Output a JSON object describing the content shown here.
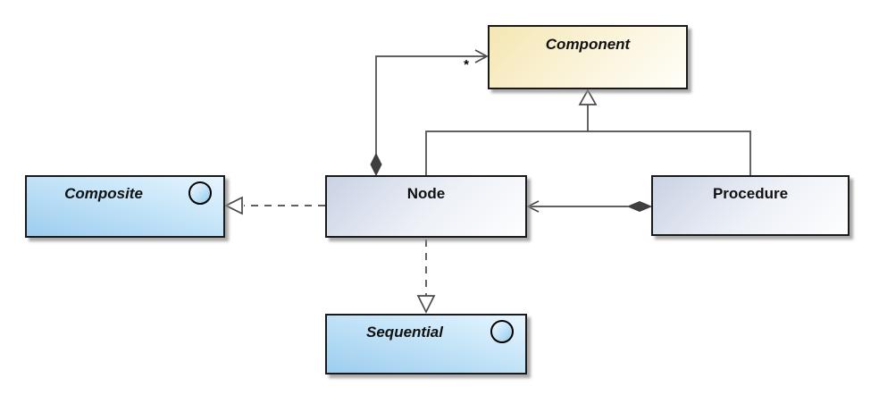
{
  "diagram": {
    "type": "uml-class-diagram",
    "classes": [
      {
        "id": "component",
        "name": "Component",
        "abstract": true,
        "fill": "yellow",
        "icon": null
      },
      {
        "id": "composite",
        "name": "Composite",
        "abstract": true,
        "fill": "blue",
        "icon": "interface-ball"
      },
      {
        "id": "node",
        "name": "Node",
        "abstract": false,
        "fill": "gray",
        "icon": null
      },
      {
        "id": "procedure",
        "name": "Procedure",
        "abstract": false,
        "fill": "gray",
        "icon": null
      },
      {
        "id": "sequential",
        "name": "Sequential",
        "abstract": true,
        "fill": "blue",
        "icon": "interface-ball"
      }
    ],
    "relationships": [
      {
        "from": "Node",
        "to": "Component",
        "type": "directed-composition",
        "line": "solid",
        "source_end": "filled-diamond",
        "target_end": "open-arrow",
        "target_multiplicity": "*"
      },
      {
        "from": "Node",
        "to": "Component",
        "type": "generalization",
        "line": "solid",
        "source_end": "none",
        "target_end": "hollow-triangle"
      },
      {
        "from": "Procedure",
        "to": "Component",
        "type": "generalization",
        "line": "solid",
        "source_end": "none",
        "target_end": "hollow-triangle"
      },
      {
        "from": "Procedure",
        "to": "Node",
        "type": "directed-composition",
        "line": "solid",
        "source_end": "filled-diamond",
        "target_end": "open-arrow"
      },
      {
        "from": "Node",
        "to": "Composite",
        "type": "realization",
        "line": "dashed",
        "source_end": "none",
        "target_end": "hollow-triangle"
      },
      {
        "from": "Node",
        "to": "Sequential",
        "type": "realization",
        "line": "dashed",
        "source_end": "none",
        "target_end": "hollow-triangle"
      }
    ],
    "labels": {
      "component_multiplicity": "*"
    }
  },
  "colors": {
    "background": "#ffffff",
    "line": "#4a4a4a",
    "border": "#1a1a1a",
    "text": "#111111",
    "yellow_start": "#f4e6b2",
    "yellow_end": "#fffffa",
    "blue_start": "#e6f5fe",
    "blue_end": "#9dcdef",
    "gray_start": "#c9d2e4",
    "gray_end": "#fdfeff"
  }
}
